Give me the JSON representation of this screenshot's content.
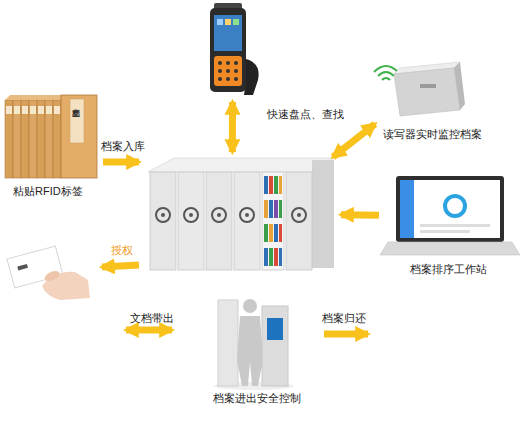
{
  "diagram": {
    "nodes": [
      {
        "text": [
          "快速盘点、查找"
        ]
      },
      {
        "text": [
          "读写器实时监控档案"
        ]
      },
      {
        "text": [
          "粘贴RFID标签"
        ]
      },
      {
        "text": []
      },
      {
        "text": [
          "档案排序工作站"
        ]
      },
      {
        "text": []
      },
      {
        "text": [
          "档案进出安全控制"
        ]
      }
    ],
    "edges": [
      {
        "from": 2,
        "to": 3,
        "arrow": "to",
        "label": "档案入库"
      },
      {
        "from": 0,
        "to": 3,
        "arrow": "both"
      },
      {
        "from": 1,
        "to": 3,
        "arrow": "both"
      },
      {
        "from": 4,
        "to": 3,
        "arrow": "to"
      },
      {
        "from": 3,
        "to": 5,
        "arrow": "to",
        "label": "授权"
      }
    ],
    "labels": [
      "档案盒",
      "文档带出",
      "档案归还"
    ]
  }
}
